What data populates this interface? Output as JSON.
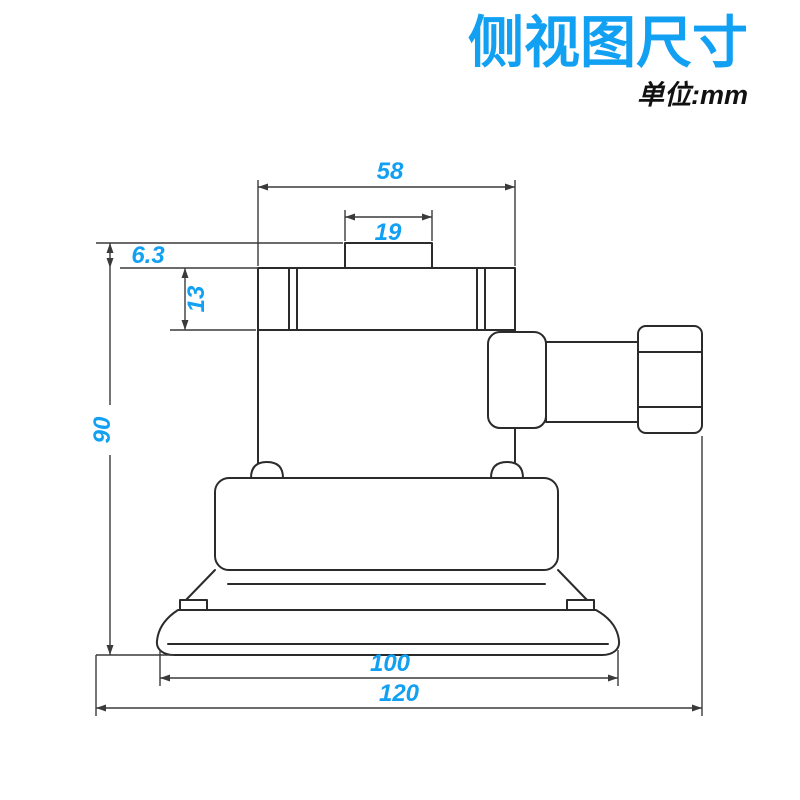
{
  "header": {
    "title": "侧视图尺寸",
    "unit": "单位:mm"
  },
  "dimensions": {
    "top_width": "58",
    "cap_width": "19",
    "cap_offset": "6.3",
    "block_height": "13",
    "total_height": "90",
    "cup_diameter": "100",
    "overall_width": "120"
  },
  "colors": {
    "accent": "#12a0f3",
    "line": "#2b2b2b"
  }
}
